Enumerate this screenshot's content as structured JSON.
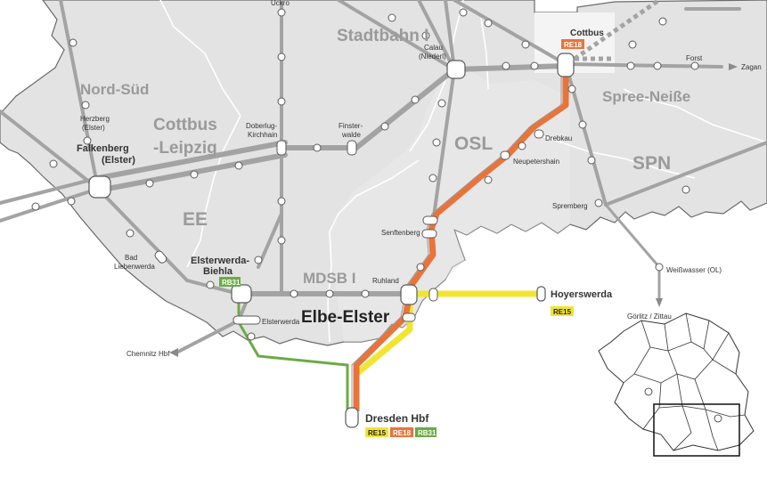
{
  "regions": {
    "nord_sued": "Nord-Süd",
    "cottbus_leipzig_1": "Cottbus",
    "cottbus_leipzig_2": "-Leipzig",
    "stadtbahn": "Stadtbahn I",
    "osl": "OSL",
    "spn": "SPN",
    "ee": "EE",
    "mdsb": "MDSB I",
    "elbe_elster": "Elbe-Elster",
    "spree_neisse": "Spree-Neiße"
  },
  "stations": {
    "uckro": "Uckro",
    "calau_1": "Calau",
    "calau_2": "(Niederl)",
    "cottbus": "Cottbus",
    "forst": "Forst",
    "zagan": "Zagan",
    "herzberg_1": "Herzberg",
    "herzberg_2": "(Elster)",
    "falkenberg_1": "Falkenberg",
    "falkenberg_2": "(Elster)",
    "doberlug_1": "Doberlug-",
    "doberlug_2": "Kirchhain",
    "finsterwalde_1": "Finster-",
    "finsterwalde_2": "walde",
    "drebkau": "Drebkau",
    "neupetershain": "Neupetershain",
    "spremberg": "Spremberg",
    "senftenberg": "Senftenberg",
    "bad_liebenwerda_1": "Bad",
    "bad_liebenwerda_2": "Liebenwerda",
    "elsterwerda_biehla_1": "Elsterwerda-",
    "elsterwerda_biehla_2": "Biehla",
    "ruhland": "Ruhland",
    "hoyerswerda": "Hoyerswerda",
    "weisswasser": "Weißwasser (OL)",
    "goerlitz": "Görlitz / Zittau",
    "elsterwerda": "Elsterwerda",
    "chemnitz": "Chemnitz Hbf",
    "dresden": "Dresden Hbf"
  },
  "lines": {
    "re18": "RE18",
    "re15": "RE15",
    "rb31": "RB31"
  },
  "colors": {
    "land": "#e3e3e3",
    "track": "#a3a3a3",
    "re18": "#e8743b",
    "re15": "#f2e433",
    "rb31": "#6aab43"
  }
}
